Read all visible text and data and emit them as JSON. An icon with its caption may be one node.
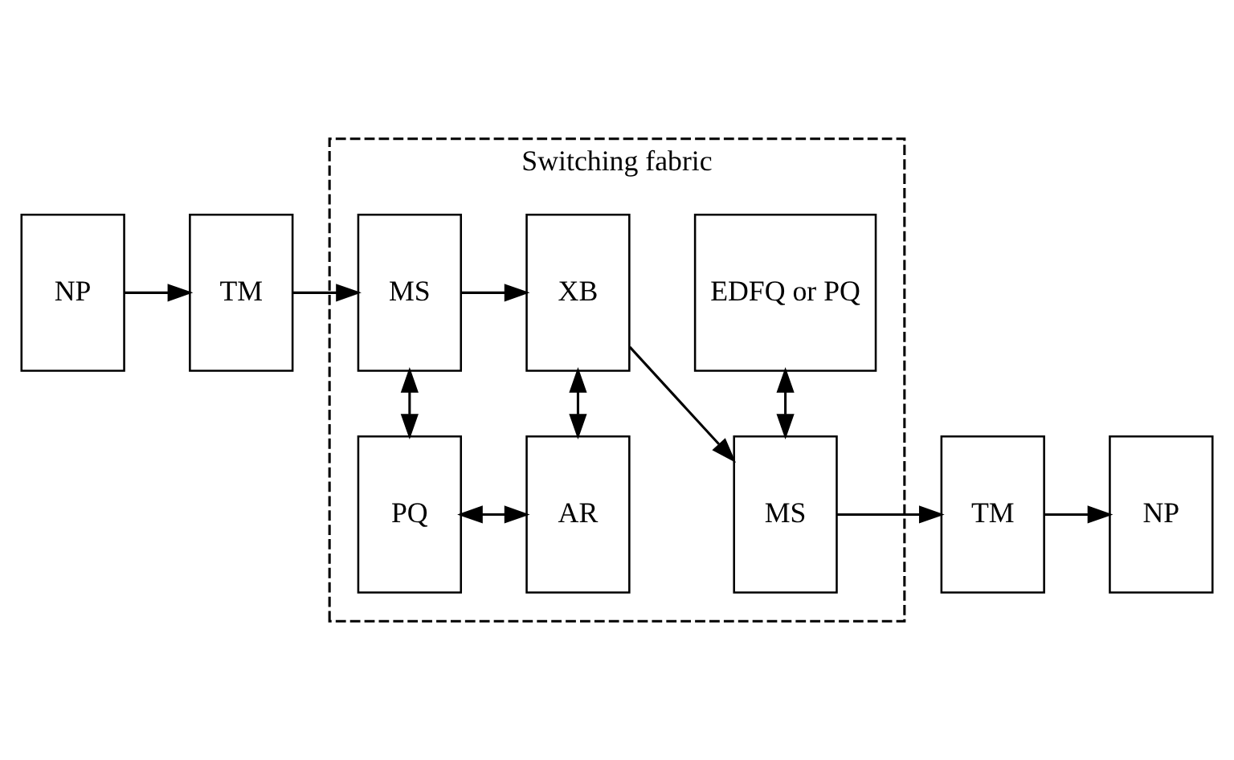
{
  "diagram": {
    "nodes": [
      {
        "text": [
          "Switching fabric"
        ]
      },
      {
        "text": [
          "NP"
        ]
      },
      {
        "text": [
          "TM"
        ]
      },
      {
        "text": [
          "PQ"
        ],
        "in": 0
      },
      {
        "text": [
          "AR"
        ],
        "in": 0
      },
      {
        "text": [
          "MS"
        ],
        "in": 0
      },
      {
        "text": [
          "XB"
        ],
        "in": 0
      },
      {
        "text": [
          "MS"
        ],
        "in": 0
      },
      {
        "text": [
          "EDFQ or PQ"
        ],
        "in": 0
      },
      {
        "text": [
          "TM"
        ]
      },
      {
        "text": [
          "NP"
        ]
      }
    ],
    "edges": [
      {
        "from": 1,
        "to": 2,
        "arrow": "to"
      },
      {
        "from": 2,
        "to": 5,
        "arrow": "to"
      },
      {
        "from": 5,
        "to": 6,
        "arrow": "to"
      },
      {
        "from": 6,
        "to": 7,
        "arrow": "to"
      },
      {
        "from": 7,
        "to": 9,
        "arrow": "to"
      },
      {
        "from": 9,
        "to": 10,
        "arrow": "to"
      },
      {
        "from": 3,
        "to": 4,
        "arrow": "both"
      },
      {
        "from": 3,
        "to": 5,
        "arrow": "both"
      },
      {
        "from": 4,
        "to": 6,
        "arrow": "both"
      },
      {
        "from": 7,
        "to": 8,
        "arrow": "both"
      }
    ]
  }
}
